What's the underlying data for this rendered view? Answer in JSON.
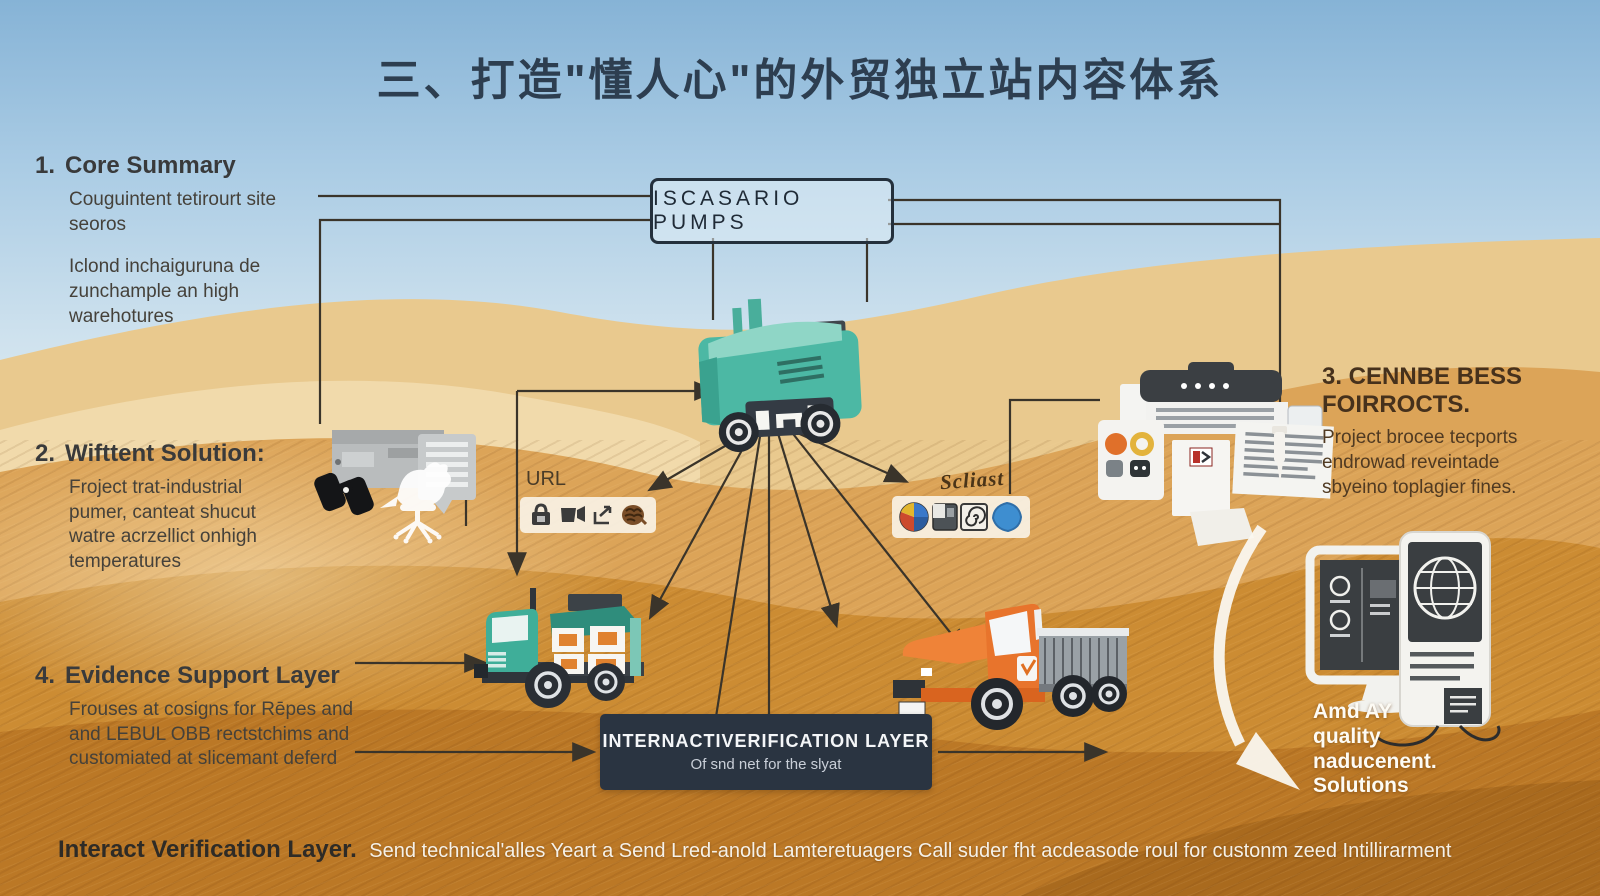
{
  "title": "三、打造\"懂人心\"的外贸独立站内容体系",
  "sections": {
    "core_summary": {
      "number": "1.",
      "heading": "Core Summary",
      "para1": "Couguintent tetirourt site seoros",
      "para2": "Iclond inchaiguruna de zunchample an high warehotures"
    },
    "content_solution": {
      "number": "2.",
      "heading": "Wifttent Solution:",
      "para1": "Froject trat-industrial pumer, canteat shucut watre acrzellict onhigh temperatures"
    },
    "conversion": {
      "heading": "3. CENNBE BESS FOIRROCTS.",
      "para1": "Project brocee tecports endrowad reveintade sbyeino toplagier fines."
    },
    "evidence": {
      "number": "4.",
      "heading": "Evidence Support Layer",
      "para1": "Frouses at cosigns for Rēpes and and LEBUL OBB rectstchims and customiated at slicemant deferd"
    }
  },
  "center_box": {
    "label": "ISCASARIO PUMPS"
  },
  "labels": {
    "url": "URL",
    "scliast": "Scliast"
  },
  "interaction_box": {
    "title": "INTERNACTIVERIFICATION LAYER",
    "subtitle": "Of snd net for the slyat"
  },
  "right_caption": {
    "lines": [
      "Amd AY",
      "quality",
      "naducenent.",
      "Solutions"
    ]
  },
  "footer": {
    "label": "Interact Verification Layer.",
    "text": "Send technical'alles Yeart a Send Lred-anold Lamteretuagers Call suder fht acdeasode roul for custonm zeed Intillirarment"
  },
  "icons": {
    "url_chip": [
      "lock-icon",
      "camera-icon",
      "share-arrow-icon",
      "brain-icon"
    ],
    "social_chip": [
      "pie-logo-icon",
      "photo-icon",
      "spiral-icon",
      "globe-blob-icon"
    ]
  },
  "colors": {
    "teal": "#4cb8a4",
    "orange": "#e8742c",
    "dark_navy": "#2a3441",
    "line": "#3a342a",
    "sky": "#a9cbe4",
    "sand": "#d79b4e"
  }
}
